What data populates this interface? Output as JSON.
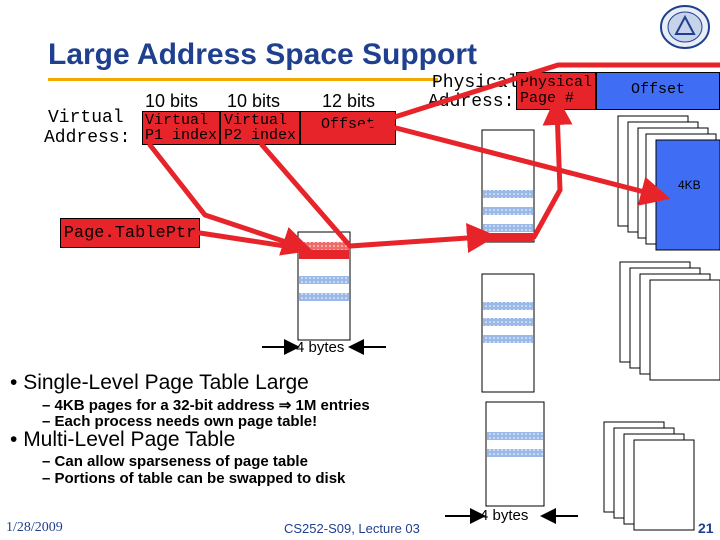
{
  "title": "Large Address Space Support",
  "virtual_address": {
    "label_line1": "Virtual",
    "label_line2": "Address:",
    "p1_bits": "10 bits",
    "p2_bits": "10 bits",
    "offset_bits": "12 bits",
    "p1_field": "Virtual\nP1 index",
    "p2_field": "Virtual\nP2 index",
    "offset_field": "Offset"
  },
  "physical_address": {
    "label_line1": "Physical",
    "label_line2": "Address:",
    "page_field": "Physical\nPage #",
    "offset_field": "Offset"
  },
  "page_table_ptr": "Page.TablePtr",
  "size_4kb": "4KB",
  "four_bytes_1": "4 bytes",
  "four_bytes_2": "4 bytes",
  "bullets": [
    {
      "text": "Single-Level Page Table Large",
      "subs": [
        "4KB pages for a 32-bit address ⇒ 1M entries",
        "Each process needs own page table!"
      ]
    },
    {
      "text": "Multi-Level Page Table",
      "subs": [
        "Can allow sparseness of page table",
        "Portions of table can be swapped to disk"
      ]
    }
  ],
  "footer": {
    "date": "1/28/2009",
    "course": "CS252-S09, Lecture 03",
    "page": "21"
  },
  "colors": {
    "title": "#1f3f8f",
    "rule": "#f2a900",
    "red": "#e8242b",
    "blue": "#3f6ef5",
    "footer_blue": "#1f3f8f"
  }
}
